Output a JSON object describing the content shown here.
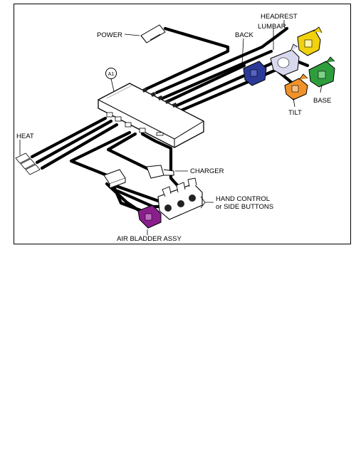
{
  "labels": {
    "headrest": "HEADREST",
    "lumbar": "LUMBAR",
    "back": "BACK",
    "power": "POWER",
    "base": "BASE",
    "tilt": "TILT",
    "heat": "HEAT",
    "charger": "CHARGER",
    "hand_control_1": "HAND CONTROL",
    "hand_control_2": "or SIDE BUTTONS",
    "air_bladder": "AIR BLADDER ASSY",
    "module_id": "A1"
  },
  "colors": {
    "headrest": "#f2d20f",
    "lumbar": "#d8d8ee",
    "back": "#2b3a97",
    "base": "#2e9e3c",
    "tilt": "#f0922a",
    "air_bladder": "#8a1f8c",
    "wire": "#000000"
  }
}
